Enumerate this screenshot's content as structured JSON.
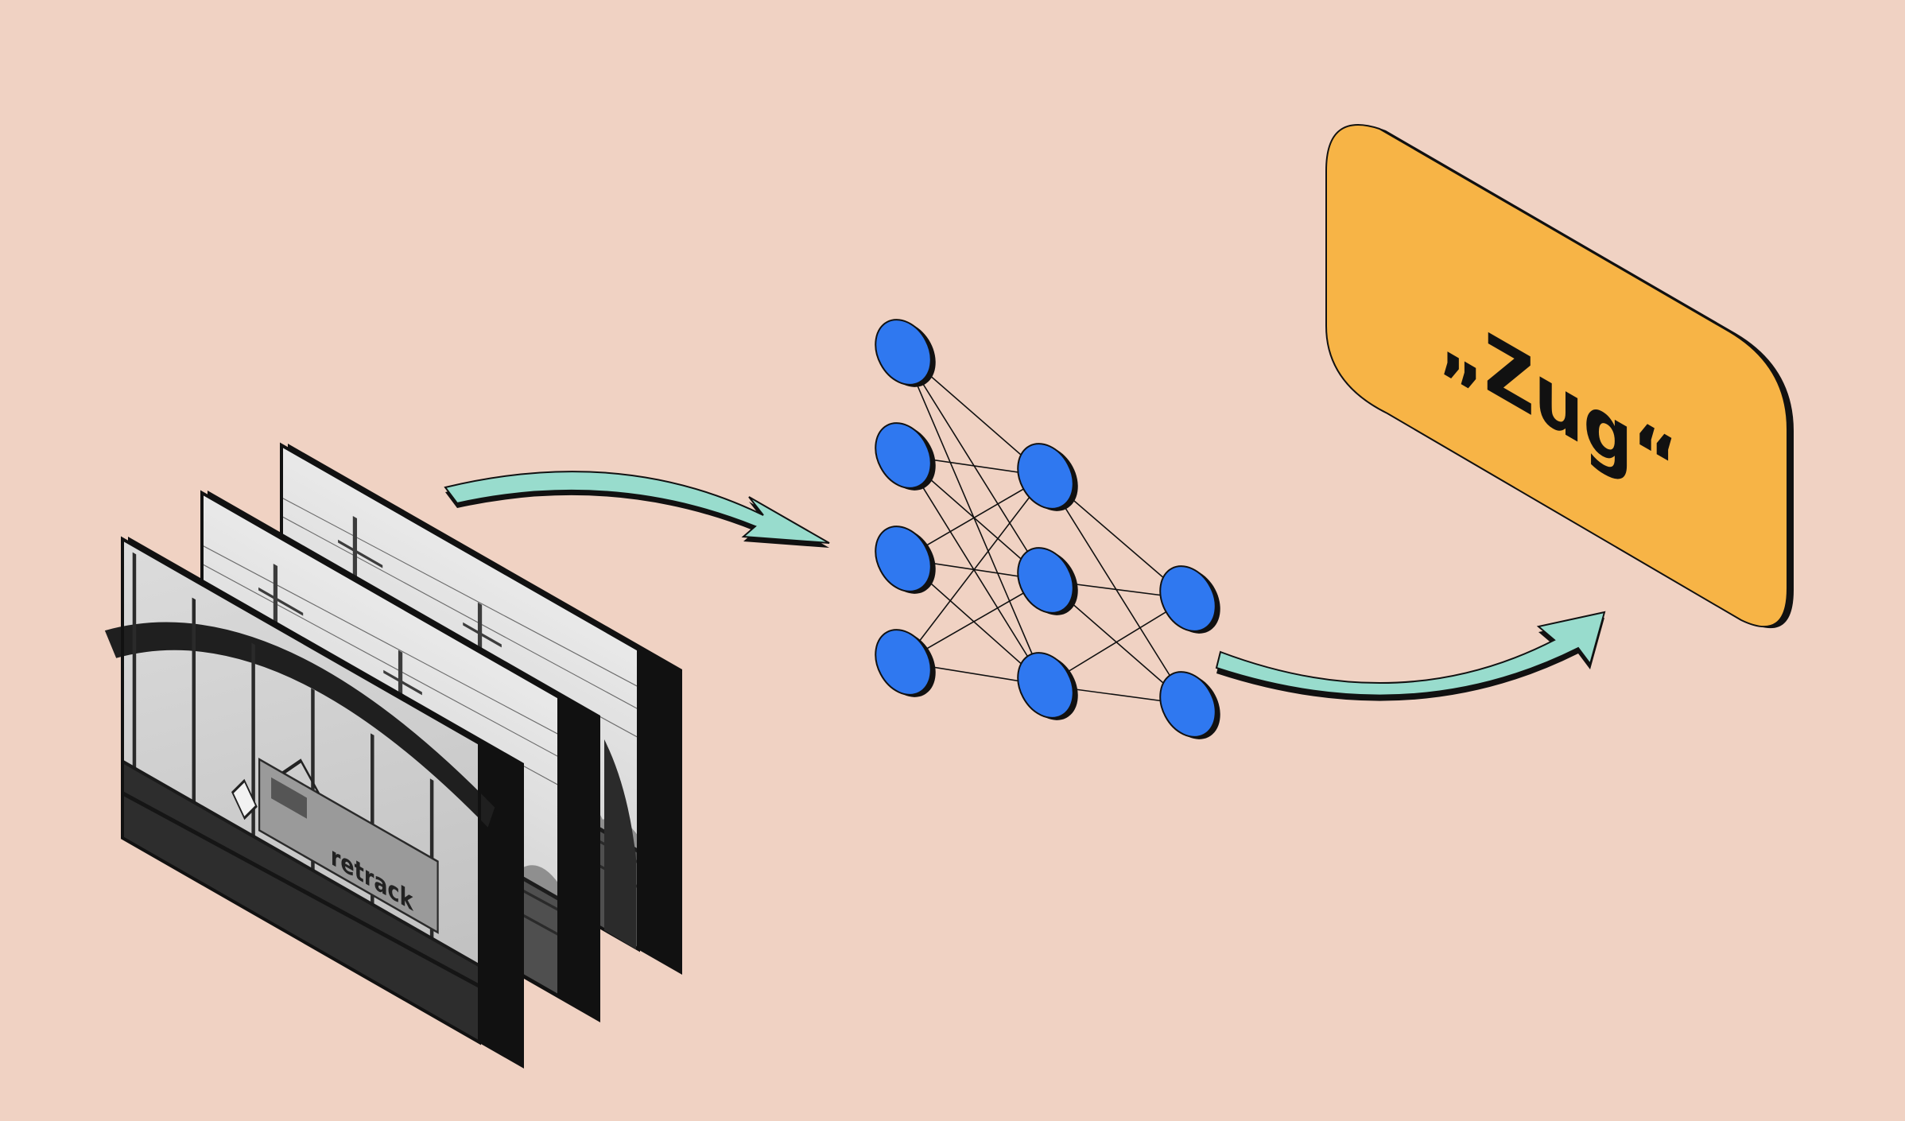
{
  "diagram": {
    "output_label": "„Zug“",
    "input_photo_text": "retrack",
    "network_layers": [
      4,
      3,
      2
    ],
    "colors": {
      "background": "#f0d2c3",
      "node_fill": "#2f78f0",
      "arrow_fill": "#98dccd",
      "output_card_fill": "#f7b446",
      "outline": "#111111"
    },
    "icons": [
      "photo-stack",
      "neural-network",
      "curved-arrow",
      "output-card"
    ]
  }
}
